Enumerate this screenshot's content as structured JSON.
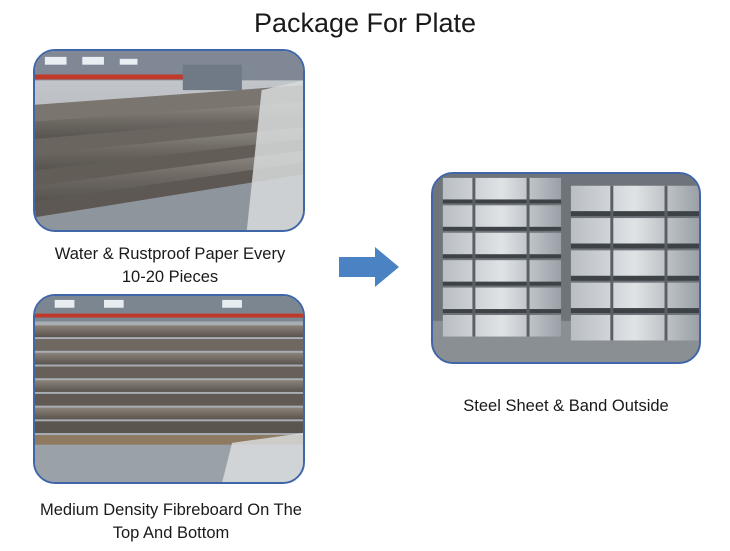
{
  "title": "Package For Plate",
  "captions": {
    "top_left": [
      "Water & Rustproof Paper Every",
      "10-20 Pieces"
    ],
    "bottom_left": [
      "Medium Density Fibreboard On The",
      "Top And Bottom"
    ],
    "right": "Steel Sheet & Band Outside"
  },
  "icons": {
    "arrow": "arrow-right-icon"
  },
  "colors": {
    "frame_border": "#3f66a8",
    "arrow": "#4a82c4"
  }
}
